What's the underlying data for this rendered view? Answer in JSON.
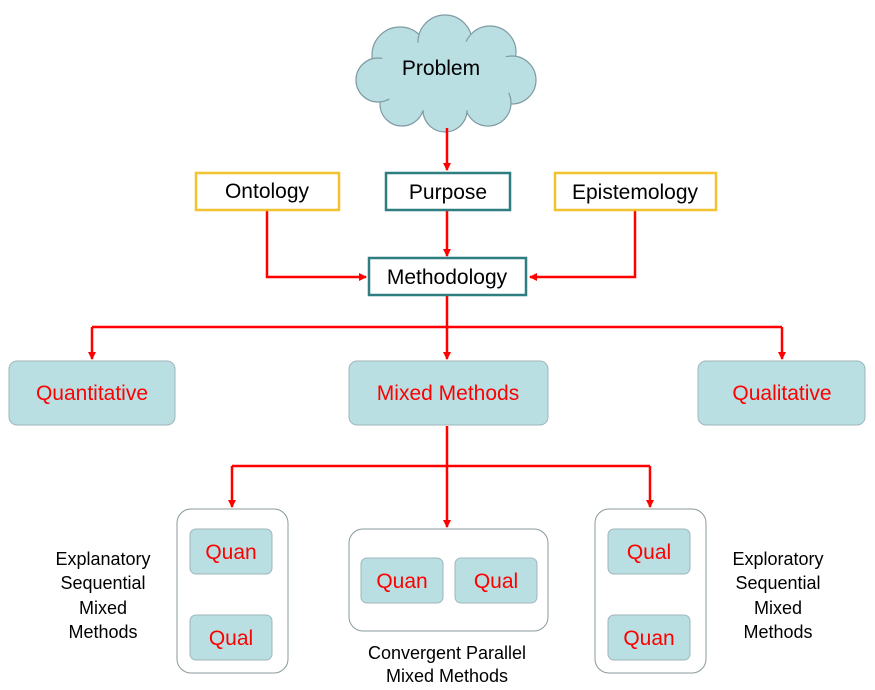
{
  "problem": {
    "label": "Problem"
  },
  "ontology": {
    "label": "Ontology"
  },
  "purpose": {
    "label": "Purpose"
  },
  "epistemology": {
    "label": "Epistemology"
  },
  "methodology": {
    "label": "Methodology"
  },
  "branches": {
    "quantitative": "Quantitative",
    "mixed_methods": "Mixed Methods",
    "qualitative": "Qualitative"
  },
  "designs": {
    "explanatory": {
      "first": "Quan",
      "second": "Qual",
      "caption": [
        "Explanatory",
        "Sequential",
        "Mixed",
        "Methods"
      ]
    },
    "convergent": {
      "left": "Quan",
      "right": "Qual",
      "caption": [
        "Convergent Parallel",
        "Mixed Methods"
      ]
    },
    "exploratory": {
      "first": "Qual",
      "second": "Quan",
      "caption": [
        "Exploratory",
        "Sequential",
        "Mixed",
        "Methods"
      ]
    }
  },
  "colors": {
    "arrow": "#ff0000",
    "cloud_fill": "#b9dfe3",
    "box_fill": "#b9dfe3",
    "teal_border": "#2f7f80",
    "gold_border": "#f2c230",
    "branch_text": "#ff0000"
  }
}
